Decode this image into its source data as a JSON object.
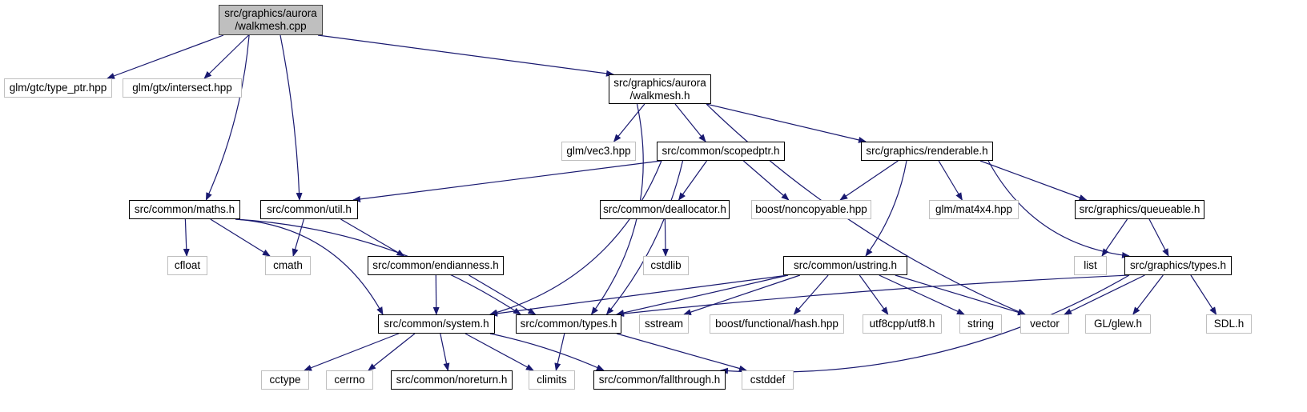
{
  "colors": {
    "edge": "#191970",
    "node_border": "#000000",
    "external_border": "#bfbfbf",
    "root_fill": "#bfbfbf"
  },
  "nodes": {
    "walkmesh_cpp": {
      "label": "src/graphics/aurora\n/walkmesh.cpp",
      "kind": "root"
    },
    "glm_type_ptr": {
      "label": "glm/gtc/type_ptr.hpp",
      "kind": "ext"
    },
    "glm_intersect": {
      "label": "glm/gtx/intersect.hpp",
      "kind": "ext"
    },
    "walkmesh_h": {
      "label": "src/graphics/aurora\n/walkmesh.h",
      "kind": "solid"
    },
    "glm_vec3": {
      "label": "glm/vec3.hpp",
      "kind": "ext"
    },
    "scopedptr_h": {
      "label": "src/common/scopedptr.h",
      "kind": "solid"
    },
    "renderable_h": {
      "label": "src/graphics/renderable.h",
      "kind": "solid"
    },
    "maths_h": {
      "label": "src/common/maths.h",
      "kind": "solid"
    },
    "util_h": {
      "label": "src/common/util.h",
      "kind": "solid"
    },
    "deallocator_h": {
      "label": "src/common/deallocator.h",
      "kind": "solid"
    },
    "boost_noncopyable": {
      "label": "boost/noncopyable.hpp",
      "kind": "ext"
    },
    "glm_mat4x4": {
      "label": "glm/mat4x4.hpp",
      "kind": "ext"
    },
    "queueable_h": {
      "label": "src/graphics/queueable.h",
      "kind": "solid"
    },
    "cfloat": {
      "label": "cfloat",
      "kind": "ext"
    },
    "cmath": {
      "label": "cmath",
      "kind": "ext"
    },
    "endianness_h": {
      "label": "src/common/endianness.h",
      "kind": "solid"
    },
    "cstdlib": {
      "label": "cstdlib",
      "kind": "ext"
    },
    "ustring_h": {
      "label": "src/common/ustring.h",
      "kind": "solid"
    },
    "list": {
      "label": "list",
      "kind": "ext"
    },
    "gfx_types_h": {
      "label": "src/graphics/types.h",
      "kind": "solid"
    },
    "system_h": {
      "label": "src/common/system.h",
      "kind": "solid"
    },
    "common_types_h": {
      "label": "src/common/types.h",
      "kind": "solid"
    },
    "sstream": {
      "label": "sstream",
      "kind": "ext"
    },
    "boost_hash": {
      "label": "boost/functional/hash.hpp",
      "kind": "ext"
    },
    "utf8cpp": {
      "label": "utf8cpp/utf8.h",
      "kind": "ext"
    },
    "string": {
      "label": "string",
      "kind": "ext"
    },
    "vector": {
      "label": "vector",
      "kind": "ext"
    },
    "gl_glew": {
      "label": "GL/glew.h",
      "kind": "ext"
    },
    "sdl_h": {
      "label": "SDL.h",
      "kind": "ext"
    },
    "cctype": {
      "label": "cctype",
      "kind": "ext"
    },
    "cerrno": {
      "label": "cerrno",
      "kind": "ext"
    },
    "noreturn_h": {
      "label": "src/common/noreturn.h",
      "kind": "solid"
    },
    "climits": {
      "label": "climits",
      "kind": "ext"
    },
    "fallthrough_h": {
      "label": "src/common/fallthrough.h",
      "kind": "solid"
    },
    "cstddef": {
      "label": "cstddef",
      "kind": "ext"
    }
  },
  "edges": [
    [
      "walkmesh_cpp",
      "glm_type_ptr"
    ],
    [
      "walkmesh_cpp",
      "glm_intersect"
    ],
    [
      "walkmesh_cpp",
      "maths_h"
    ],
    [
      "walkmesh_cpp",
      "util_h"
    ],
    [
      "walkmesh_cpp",
      "walkmesh_h"
    ],
    [
      "walkmesh_h",
      "glm_vec3"
    ],
    [
      "walkmesh_h",
      "scopedptr_h"
    ],
    [
      "walkmesh_h",
      "renderable_h"
    ],
    [
      "walkmesh_h",
      "common_types_h"
    ],
    [
      "walkmesh_h",
      "vector"
    ],
    [
      "scopedptr_h",
      "util_h"
    ],
    [
      "scopedptr_h",
      "system_h"
    ],
    [
      "scopedptr_h",
      "common_types_h"
    ],
    [
      "scopedptr_h",
      "deallocator_h"
    ],
    [
      "scopedptr_h",
      "boost_noncopyable"
    ],
    [
      "renderable_h",
      "boost_noncopyable"
    ],
    [
      "renderable_h",
      "glm_mat4x4"
    ],
    [
      "renderable_h",
      "queueable_h"
    ],
    [
      "renderable_h",
      "gfx_types_h"
    ],
    [
      "renderable_h",
      "ustring_h"
    ],
    [
      "maths_h",
      "cfloat"
    ],
    [
      "maths_h",
      "cmath"
    ],
    [
      "maths_h",
      "system_h"
    ],
    [
      "maths_h",
      "common_types_h"
    ],
    [
      "util_h",
      "cmath"
    ],
    [
      "util_h",
      "endianness_h"
    ],
    [
      "deallocator_h",
      "cstdlib"
    ],
    [
      "queueable_h",
      "list"
    ],
    [
      "queueable_h",
      "gfx_types_h"
    ],
    [
      "endianness_h",
      "system_h"
    ],
    [
      "endianness_h",
      "common_types_h"
    ],
    [
      "ustring_h",
      "system_h"
    ],
    [
      "ustring_h",
      "common_types_h"
    ],
    [
      "ustring_h",
      "sstream"
    ],
    [
      "ustring_h",
      "boost_hash"
    ],
    [
      "ustring_h",
      "utf8cpp"
    ],
    [
      "ustring_h",
      "string"
    ],
    [
      "ustring_h",
      "vector"
    ],
    [
      "gfx_types_h",
      "common_types_h"
    ],
    [
      "gfx_types_h",
      "vector"
    ],
    [
      "gfx_types_h",
      "gl_glew"
    ],
    [
      "gfx_types_h",
      "sdl_h"
    ],
    [
      "gfx_types_h",
      "fallthrough_h"
    ],
    [
      "system_h",
      "cctype"
    ],
    [
      "system_h",
      "cerrno"
    ],
    [
      "system_h",
      "noreturn_h"
    ],
    [
      "system_h",
      "climits"
    ],
    [
      "system_h",
      "fallthrough_h"
    ],
    [
      "common_types_h",
      "climits"
    ],
    [
      "common_types_h",
      "cstddef"
    ]
  ]
}
